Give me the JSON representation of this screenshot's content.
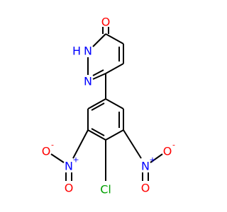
{
  "molecule": {
    "colors": {
      "bond": "#000000",
      "oxygen": "#ff0000",
      "nitrogen": "#0000ff",
      "chlorine": "#00a000",
      "carbon": "#000000"
    },
    "labels": {
      "oxygen_top": "O",
      "nh": "N",
      "h": "H",
      "n_ring": "N",
      "cl": "Cl",
      "nitro_left_n": "N",
      "nitro_left_n_charge": "+",
      "nitro_left_o_top": "O",
      "nitro_left_o_top_charge": "-",
      "nitro_left_o_bottom": "O",
      "nitro_right_n": "N",
      "nitro_right_n_charge": "+",
      "nitro_right_o_top": "O",
      "nitro_right_o_top_charge": "-",
      "nitro_right_o_bottom": "O"
    }
  }
}
